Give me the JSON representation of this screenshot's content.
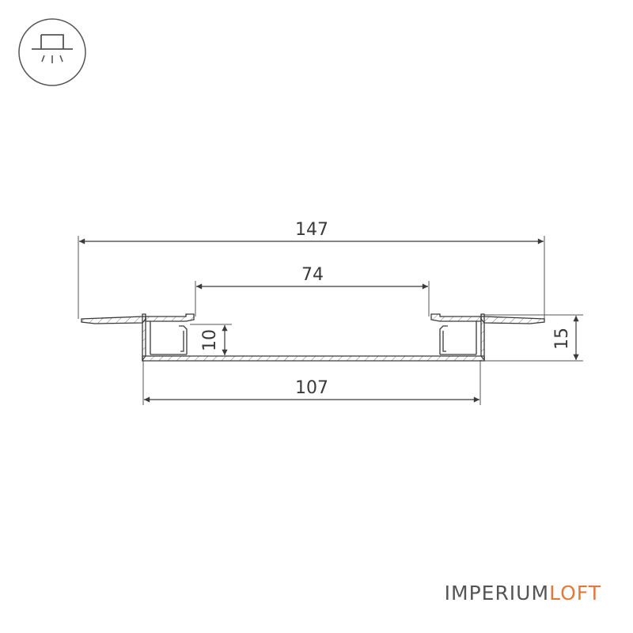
{
  "icon": "recessed-ceiling-light-icon",
  "dimensions": {
    "overall_width": "147",
    "inner_opening": "74",
    "base_width": "107",
    "inner_depth": "10",
    "total_height": "15"
  },
  "brand": {
    "part1": "IMPERIUM",
    "part2": "LOFT",
    "color1": "#555555",
    "color2": "#e07a3a"
  }
}
